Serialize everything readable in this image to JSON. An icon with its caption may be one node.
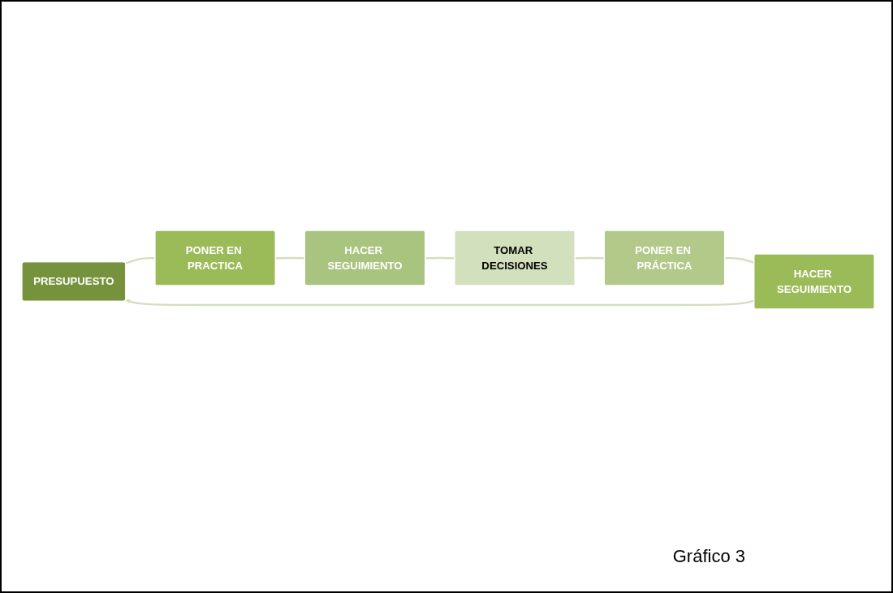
{
  "diagram": {
    "caption": "Gráfico 3",
    "nodes": [
      {
        "text": [
          "PRESUPUESTO"
        ]
      },
      {
        "text": [
          "PONER EN PRACTICA"
        ]
      },
      {
        "text": [
          "HACER SEGUIMIENTO"
        ]
      },
      {
        "text": [
          "TOMAR DECISIONES"
        ]
      },
      {
        "text": [
          "PONER EN PRÁCTICA"
        ]
      },
      {
        "text": [
          "HACER SEGUIMIENTO"
        ]
      }
    ],
    "edges": [
      {
        "from": 0,
        "to": 1,
        "arrow": "none"
      },
      {
        "from": 1,
        "to": 2,
        "arrow": "none"
      },
      {
        "from": 2,
        "to": 3,
        "arrow": "none"
      },
      {
        "from": 3,
        "to": 4,
        "arrow": "none"
      },
      {
        "from": 4,
        "to": 5,
        "arrow": "none"
      },
      {
        "from": 5,
        "to": 0,
        "arrow": "to"
      }
    ]
  }
}
